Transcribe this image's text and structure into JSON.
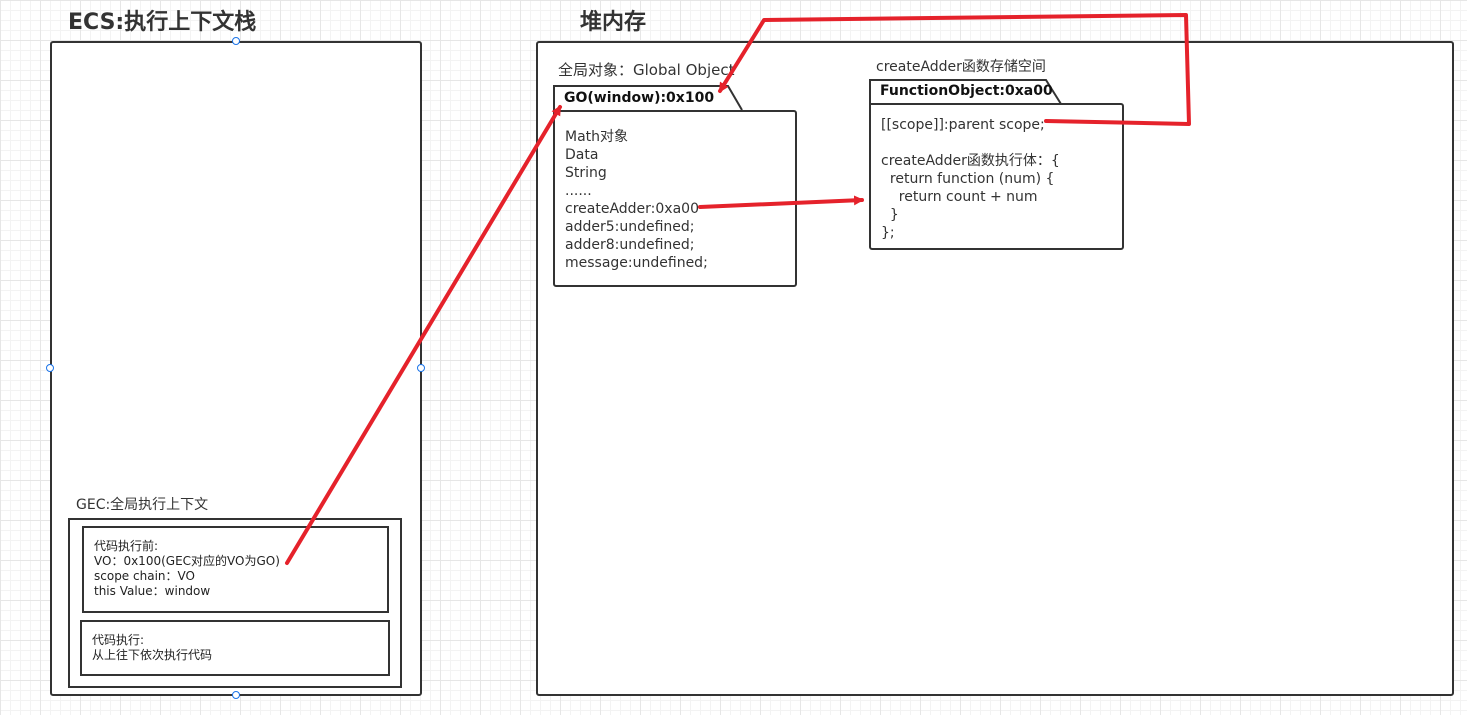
{
  "stack": {
    "title": "ECS:执行上下文栈",
    "gec_label": "GEC:全局执行上下文",
    "before_lines": [
      "代码执行前:",
      "VO：0x100(GEC对应的VO为GO)",
      "scope chain：VO",
      "this Value：window"
    ],
    "exec_lines": [
      "代码执行:",
      "从上往下依次执行代码"
    ]
  },
  "heap": {
    "title": "堆内存",
    "go_caption": "全局对象：Global Object",
    "go_tab": "GO(window):0x100",
    "go_lines": [
      "Math对象",
      "Data",
      "String",
      "......",
      "createAdder:0xa00",
      "adder5:undefined;",
      "adder8:undefined;",
      "message:undefined;"
    ],
    "fn_caption": "createAdder函数存储空间",
    "fn_tab": "FunctionObject:0xa00",
    "fn_lines": [
      "[[scope]]:parent scope;",
      "",
      "createAdder函数执行体：{",
      "  return function (num) {",
      "    return count + num",
      "  }",
      "};"
    ]
  },
  "colors": {
    "arrow": "#e5222b",
    "border": "#333333",
    "selection": "#1a73e8"
  }
}
